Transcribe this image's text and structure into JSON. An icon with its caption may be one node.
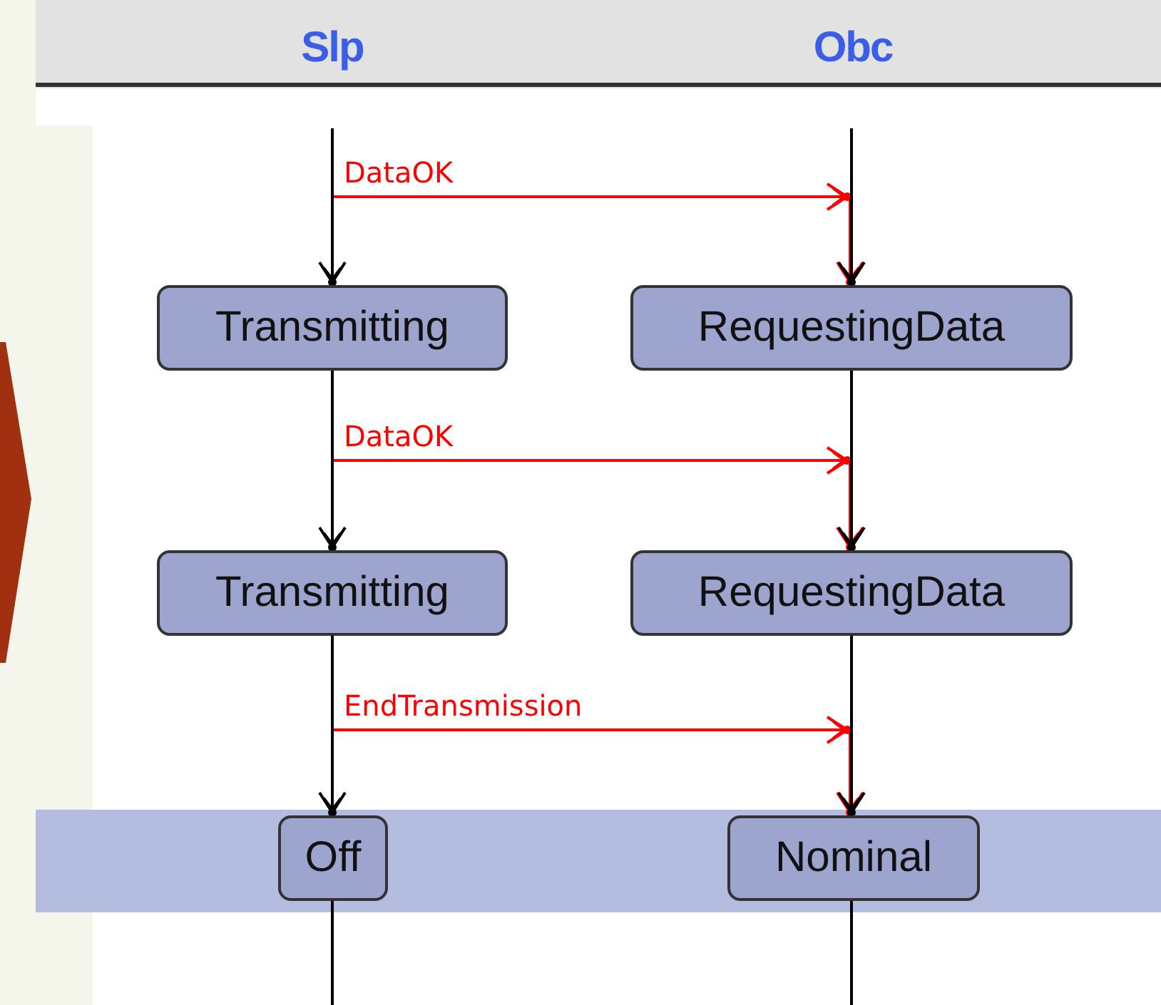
{
  "diagram": {
    "nodes": [
      {
        "text": [
          "Slp"
        ]
      },
      {
        "text": [
          "Obc"
        ]
      },
      {
        "text": [
          "Transmitting"
        ]
      },
      {
        "text": [
          "RequestingData"
        ]
      },
      {
        "text": [
          "Transmitting"
        ]
      },
      {
        "text": [
          "RequestingData"
        ]
      },
      {
        "text": [
          "Off"
        ]
      },
      {
        "text": [
          "Nominal"
        ]
      },
      {
        "text": [],
        "shape": "chevron"
      }
    ],
    "edges": [
      {
        "from": 0,
        "to": 2,
        "arrow": "to"
      },
      {
        "from": null,
        "to": 3,
        "arrow": "to",
        "label": "DataOK",
        "color": "#ff0000"
      },
      {
        "from": 1,
        "to": 3,
        "arrow": "to"
      },
      {
        "from": 2,
        "to": 4,
        "arrow": "to"
      },
      {
        "from": null,
        "to": 5,
        "arrow": "to",
        "label": "DataOK",
        "color": "#ff0000"
      },
      {
        "from": 3,
        "to": 5,
        "arrow": "to"
      },
      {
        "from": 4,
        "to": 6,
        "arrow": "to"
      },
      {
        "from": null,
        "to": 7,
        "arrow": "to",
        "label": "EndTransmission",
        "color": "#ff0000"
      },
      {
        "from": 5,
        "to": 7,
        "arrow": "to"
      },
      {
        "from": 6,
        "to": null,
        "arrow": "none"
      },
      {
        "from": 7,
        "to": null,
        "arrow": "none"
      }
    ]
  }
}
